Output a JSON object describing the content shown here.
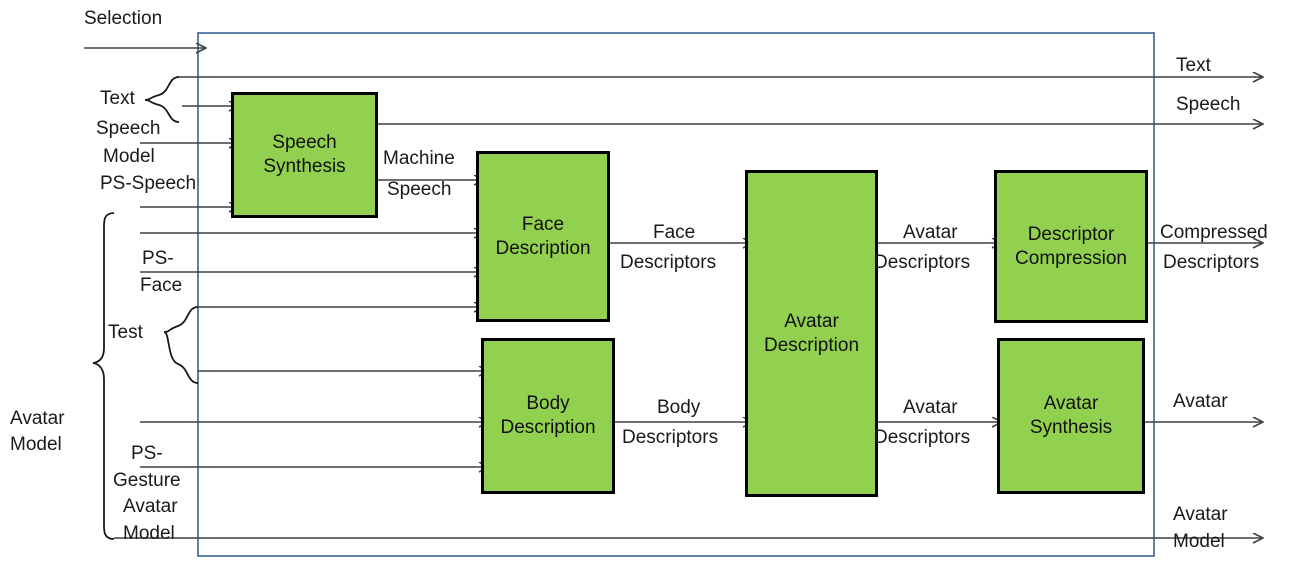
{
  "diagram": {
    "title": "Avatar Generation Pipeline Block Diagram",
    "colors": {
      "process_fill": "#92D14F",
      "process_stroke": "#000000",
      "system_boundary": "#35618F",
      "arrow": "#404040",
      "text": "#1a1a1a"
    },
    "system_boundary": {
      "name": "system-boundary-rect"
    },
    "processes": [
      {
        "id": "speech-synthesis",
        "line1": "Speech",
        "line2": "Synthesis"
      },
      {
        "id": "face-description",
        "line1": "Face",
        "line2": "Description"
      },
      {
        "id": "body-description",
        "line1": "Body",
        "line2": "Description"
      },
      {
        "id": "avatar-description",
        "line1": "Avatar",
        "line2": "Description"
      },
      {
        "id": "descriptor-compression",
        "line1": "Descriptor",
        "line2": "Compression"
      },
      {
        "id": "avatar-synthesis",
        "line1": "Avatar",
        "line2": "Synthesis"
      }
    ],
    "input_labels": {
      "selection": "Selection",
      "text": "Text",
      "speech": "Speech",
      "model": "Model",
      "ps_speech": "PS-Speech",
      "ps_face_1": "PS-",
      "ps_face_2": "Face",
      "test": "Test",
      "avatar_model_1": "Avatar",
      "avatar_model_2": "Model",
      "ps_gesture_1": "PS-",
      "ps_gesture_2": "Gesture",
      "avatar_model_in_1": "Avatar",
      "avatar_model_in_2": "Model"
    },
    "internal_labels": {
      "machine_1": "Machine",
      "machine_2": "Speech",
      "face_desc_1": "Face",
      "face_desc_2": "Descriptors",
      "body_desc_1": "Body",
      "body_desc_2": "Descriptors",
      "avatar_desc_top_1": "Avatar",
      "avatar_desc_top_2": "Descriptors",
      "avatar_desc_bot_1": "Avatar",
      "avatar_desc_bot_2": "Descriptors"
    },
    "output_labels": {
      "text": "Text",
      "speech": "Speech",
      "compressed_1": "Compressed",
      "compressed_2": "Descriptors",
      "avatar": "Avatar",
      "avatar_model_1": "Avatar",
      "avatar_model_2": "Model"
    }
  }
}
